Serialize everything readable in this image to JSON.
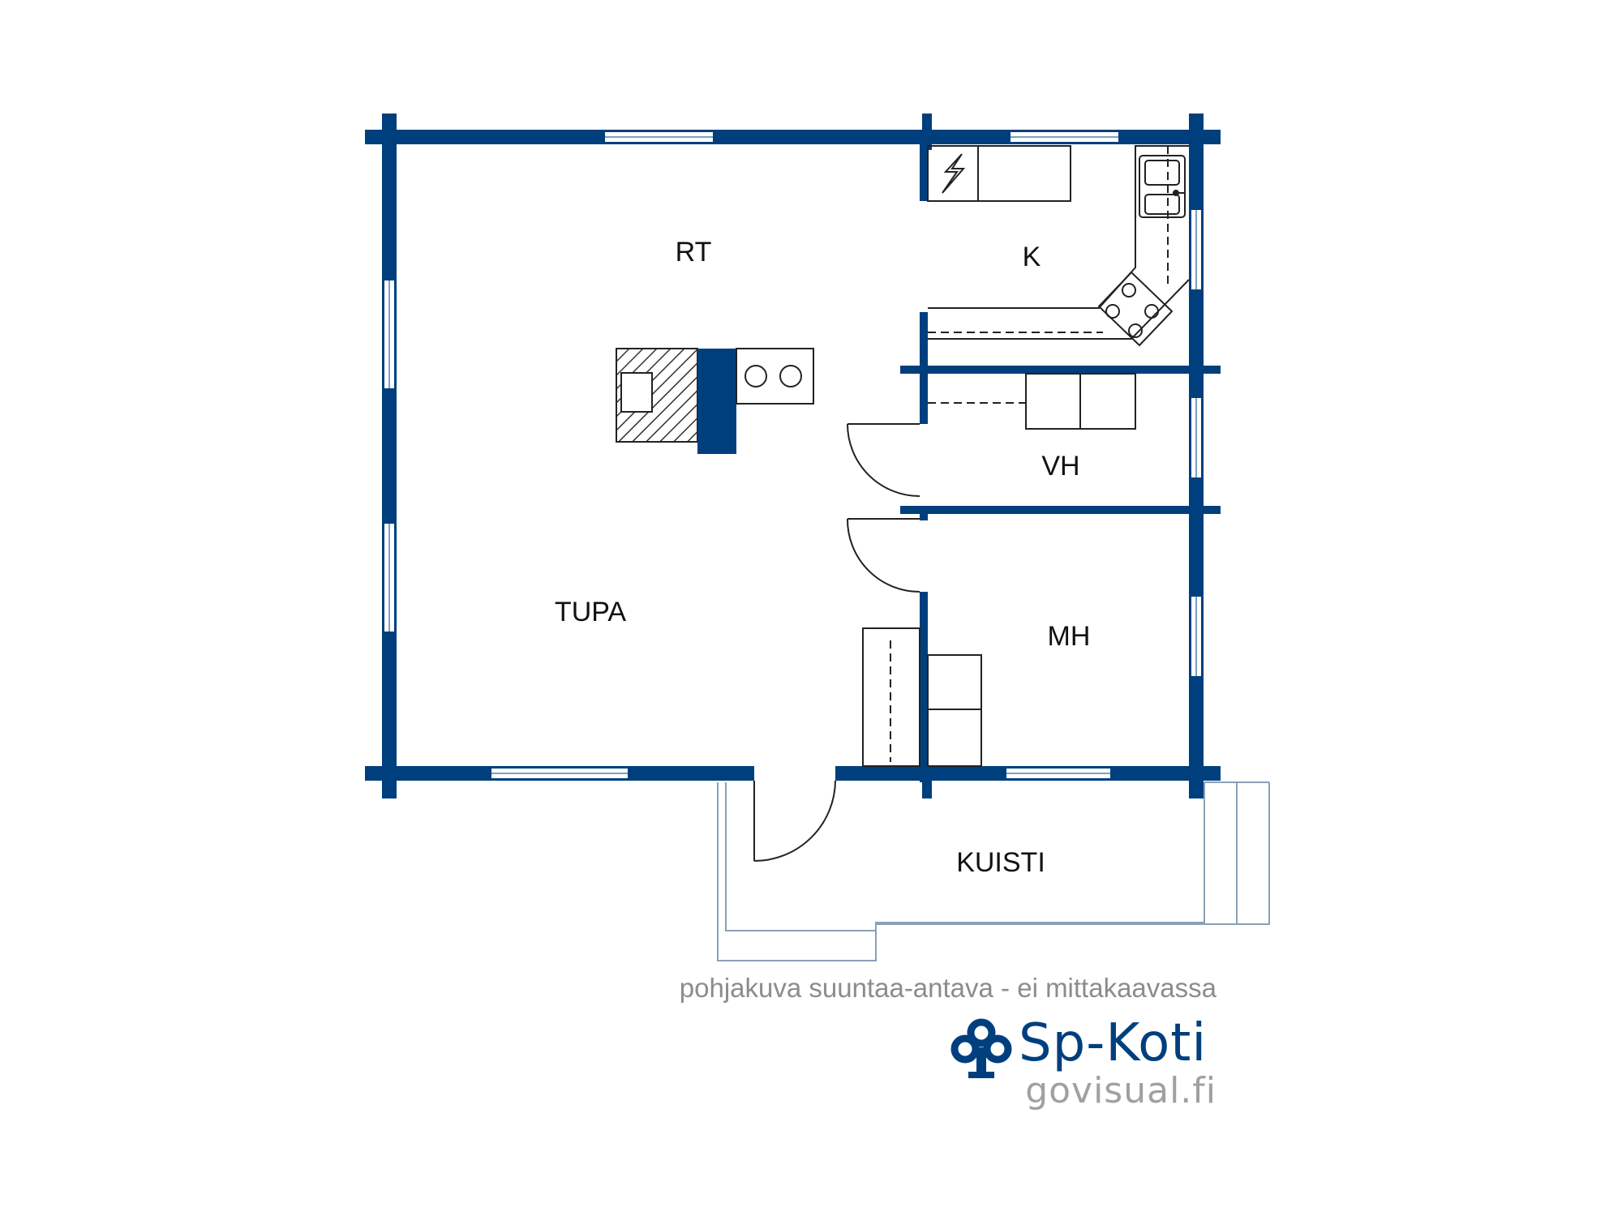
{
  "rooms": {
    "rt": "RT",
    "k": "K",
    "vh": "VH",
    "tupa": "TUPA",
    "mh": "MH",
    "kuisti": "KUISTI"
  },
  "footer": {
    "disclaimer": "pohjakuva suuntaa-antava - ei mittakaavassa",
    "brand": "Sp-Koti",
    "site": "govisual.fi"
  },
  "icons": {
    "logo": "sp-koti-tree-logo-icon",
    "electric_panel": "lightning-bolt-icon"
  },
  "colors": {
    "wall": "#003f7d",
    "porch_outline": "#8aa0b8",
    "label_text": "#111111",
    "disclaimer_text": "#8c8c8c",
    "site_text": "#a0a0a0"
  }
}
